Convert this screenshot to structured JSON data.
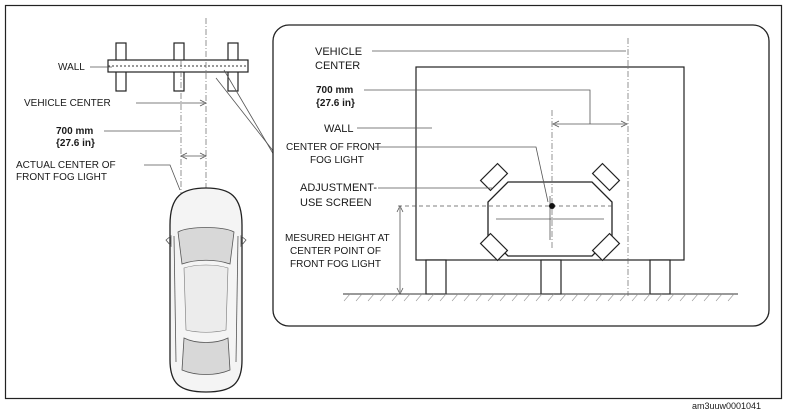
{
  "left_view": {
    "wall_label": "WALL",
    "vehicle_center_label": "VEHICLE CENTER",
    "distance_mm": "700 mm",
    "distance_in": "{27.6 in}",
    "fog_light_center_line1": "ACTUAL CENTER OF",
    "fog_light_center_line2": "FRONT FOG LIGHT"
  },
  "detail_view": {
    "vehicle_center_line1": "VEHICLE",
    "vehicle_center_line2": "CENTER",
    "distance_mm": "700 mm",
    "distance_in": "{27.6 in}",
    "wall_label": "WALL",
    "fog_center_line1": "CENTER OF FRONT",
    "fog_center_line2": "FOG LIGHT",
    "screen_line1": "ADJUSTMENT-",
    "screen_line2": "USE SCREEN",
    "height_line1": "MESURED HEIGHT AT",
    "height_line2": "CENTER POINT OF",
    "height_line3": "FRONT FOG LIGHT"
  },
  "footer": {
    "figure_code": "am3uuw0001041"
  }
}
